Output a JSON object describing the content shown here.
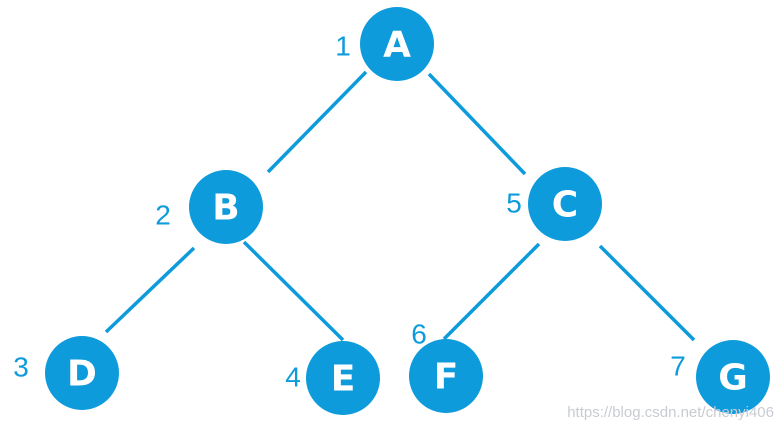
{
  "colors": {
    "node_fill": "#0e9bdc",
    "edge": "#0e9bdc",
    "label_text": "#ffffff",
    "index_text": "#0e9bdc",
    "watermark": "#c8ccd2"
  },
  "tree": {
    "nodes": [
      {
        "id": "A",
        "label": "A",
        "index": "1"
      },
      {
        "id": "B",
        "label": "B",
        "index": "2"
      },
      {
        "id": "C",
        "label": "C",
        "index": "5"
      },
      {
        "id": "D",
        "label": "D",
        "index": "3"
      },
      {
        "id": "E",
        "label": "E",
        "index": "4"
      },
      {
        "id": "F",
        "label": "F",
        "index": "6"
      },
      {
        "id": "G",
        "label": "G",
        "index": "7"
      }
    ],
    "edges": [
      {
        "from": "A",
        "to": "B"
      },
      {
        "from": "A",
        "to": "C"
      },
      {
        "from": "B",
        "to": "D"
      },
      {
        "from": "B",
        "to": "E"
      },
      {
        "from": "C",
        "to": "F"
      },
      {
        "from": "C",
        "to": "G"
      }
    ]
  },
  "watermark": {
    "text": "https://blog.csdn.net/chenyi406"
  }
}
